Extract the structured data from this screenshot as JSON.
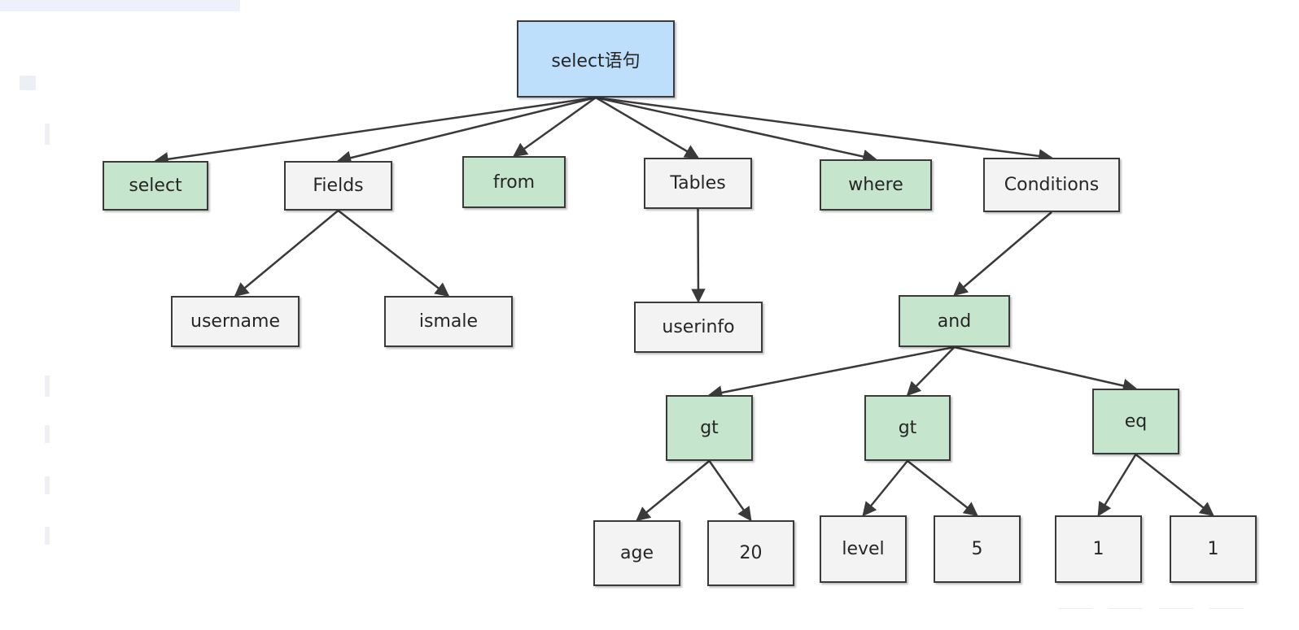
{
  "diagram": {
    "root": {
      "id": "root",
      "label": "select语句",
      "kind": "root"
    },
    "nodes": [
      {
        "id": "kw-select",
        "label": "select",
        "kind": "keyword",
        "parent": "root"
      },
      {
        "id": "fields",
        "label": "Fields",
        "kind": "value",
        "parent": "root"
      },
      {
        "id": "kw-from",
        "label": "from",
        "kind": "keyword",
        "parent": "root"
      },
      {
        "id": "tables",
        "label": "Tables",
        "kind": "value",
        "parent": "root"
      },
      {
        "id": "kw-where",
        "label": "where",
        "kind": "keyword",
        "parent": "root"
      },
      {
        "id": "conditions",
        "label": "Conditions",
        "kind": "value",
        "parent": "root"
      },
      {
        "id": "username",
        "label": "username",
        "kind": "value",
        "parent": "fields"
      },
      {
        "id": "ismale",
        "label": "ismale",
        "kind": "value",
        "parent": "fields"
      },
      {
        "id": "userinfo",
        "label": "userinfo",
        "kind": "value",
        "parent": "tables"
      },
      {
        "id": "and",
        "label": "and",
        "kind": "keyword",
        "parent": "conditions"
      },
      {
        "id": "gt1",
        "label": "gt",
        "kind": "keyword",
        "parent": "and"
      },
      {
        "id": "gt2",
        "label": "gt",
        "kind": "keyword",
        "parent": "and"
      },
      {
        "id": "eq",
        "label": "eq",
        "kind": "keyword",
        "parent": "and"
      },
      {
        "id": "age",
        "label": "age",
        "kind": "value",
        "parent": "gt1"
      },
      {
        "id": "v20",
        "label": "20",
        "kind": "value",
        "parent": "gt1"
      },
      {
        "id": "level",
        "label": "level",
        "kind": "value",
        "parent": "gt2"
      },
      {
        "id": "v5",
        "label": "5",
        "kind": "value",
        "parent": "gt2"
      },
      {
        "id": "one-a",
        "label": "1",
        "kind": "value",
        "parent": "eq"
      },
      {
        "id": "one-b",
        "label": "1",
        "kind": "value",
        "parent": "eq"
      }
    ]
  },
  "colors": {
    "root_fill": "#bddffb",
    "keyword_fill": "#c6e5cd",
    "value_fill": "#f3f3f3",
    "stroke": "#3a3a3a"
  }
}
